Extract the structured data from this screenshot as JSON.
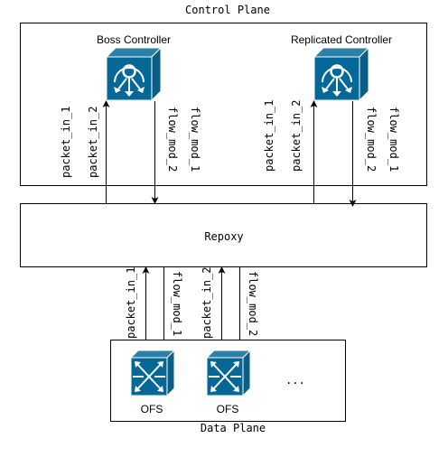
{
  "control_plane": {
    "title": "Control Plane",
    "boss_controller": "Boss Controller",
    "replicated_controller": "Replicated Controller"
  },
  "repoxy": {
    "label": "Repoxy"
  },
  "data_plane": {
    "title": "Data Plane",
    "switch_1": "OFS",
    "switch_2": "OFS",
    "ellipsis": "..."
  },
  "messages": {
    "packet_in_1": "packet_in_1",
    "packet_in_2": "packet_in_2",
    "flow_mod_1": "flow_mod_1",
    "flow_mod_2": "flow_mod_2"
  },
  "colors": {
    "device_front": "#036897",
    "device_side": "#0a5f87",
    "device_top": "#2d7fa8",
    "device_line": "#ffffff",
    "border": "#000000"
  },
  "icons": {
    "controller": "controller-cube-icon",
    "switch": "openflow-switch-icon"
  }
}
